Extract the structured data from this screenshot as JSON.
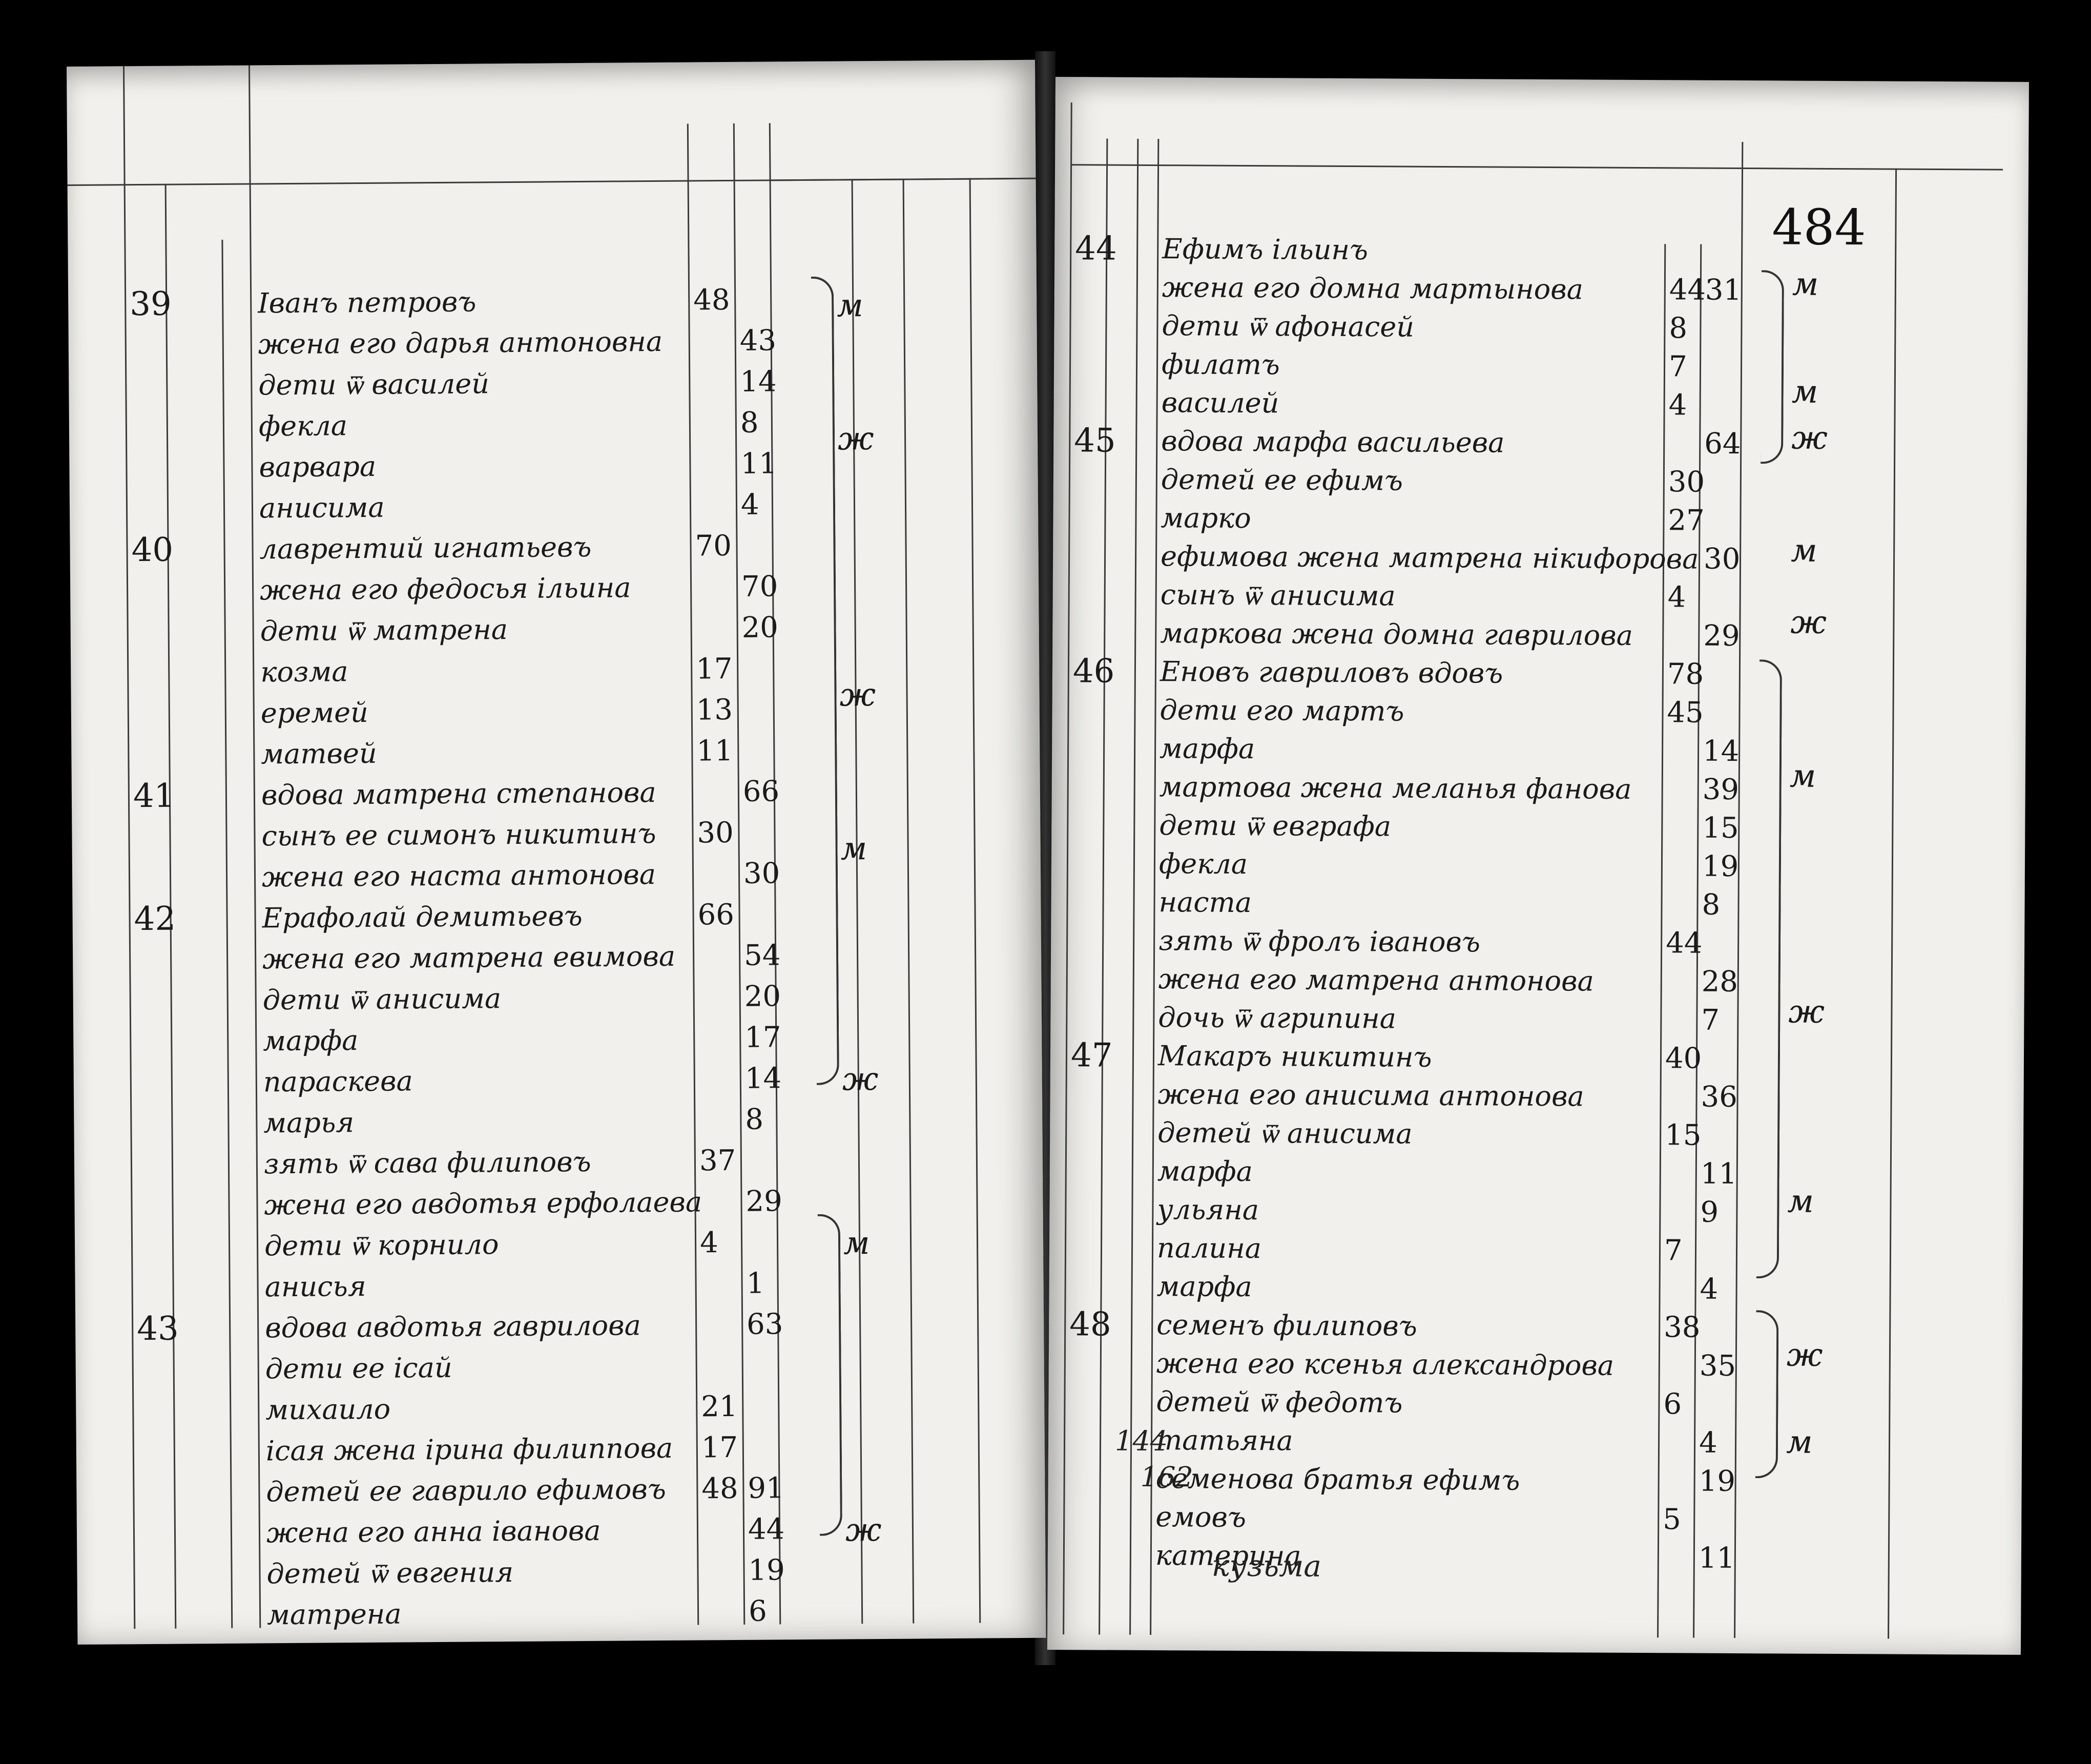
{
  "page_number": "484",
  "left_page": {
    "rows": [
      {
        "hh": "39",
        "name": "Іванъ петровъ",
        "age1": "48",
        "age2": ""
      },
      {
        "hh": "",
        "name": "жена его дарья антоновна",
        "age1": "",
        "age2": "43"
      },
      {
        "hh": "",
        "name": "дети ѿ василей",
        "age1": "",
        "age2": "14"
      },
      {
        "hh": "",
        "name": "фекла",
        "age1": "",
        "age2": "8"
      },
      {
        "hh": "",
        "name": "варвара",
        "age1": "",
        "age2": "11"
      },
      {
        "hh": "",
        "name": "анисима",
        "age1": "",
        "age2": "4"
      },
      {
        "hh": "40",
        "name": "лаврентий игнатьевъ",
        "age1": "70",
        "age2": ""
      },
      {
        "hh": "",
        "name": "жена его федосья ільина",
        "age1": "",
        "age2": "70"
      },
      {
        "hh": "",
        "name": "дети ѿ матрена",
        "age1": "",
        "age2": "20"
      },
      {
        "hh": "",
        "name": "козма",
        "age1": "17",
        "age2": ""
      },
      {
        "hh": "",
        "name": "еремей",
        "age1": "13",
        "age2": ""
      },
      {
        "hh": "",
        "name": "матвей",
        "age1": "11",
        "age2": ""
      },
      {
        "hh": "41",
        "name": "вдова матрена степанова",
        "age1": "",
        "age2": "66"
      },
      {
        "hh": "",
        "name": "сынъ ее симонъ никитинъ",
        "age1": "30",
        "age2": ""
      },
      {
        "hh": "",
        "name": "жена его наста антонова",
        "age1": "",
        "age2": "30"
      },
      {
        "hh": "42",
        "name": "Ерафолай демитьевъ",
        "age1": "66",
        "age2": ""
      },
      {
        "hh": "",
        "name": "жена его матрена евимова",
        "age1": "",
        "age2": "54"
      },
      {
        "hh": "",
        "name": "дети ѿ анисима",
        "age1": "",
        "age2": "20"
      },
      {
        "hh": "",
        "name": "марфа",
        "age1": "",
        "age2": "17"
      },
      {
        "hh": "",
        "name": "параскева",
        "age1": "",
        "age2": "14"
      },
      {
        "hh": "",
        "name": "марья",
        "age1": "",
        "age2": "8"
      },
      {
        "hh": "",
        "name": "зять ѿ сава филиповъ",
        "age1": "37",
        "age2": ""
      },
      {
        "hh": "",
        "name": "жена его авдотья ерфолаева",
        "age1": "",
        "age2": "29"
      },
      {
        "hh": "",
        "name": "дети ѿ корнило",
        "age1": "4",
        "age2": ""
      },
      {
        "hh": "",
        "name": "анисья",
        "age1": "",
        "age2": "1"
      },
      {
        "hh": "43",
        "name": "вдова авдотья гаврилова",
        "age1": "",
        "age2": "63"
      },
      {
        "hh": "",
        "name": "дети ее ісай",
        "age1": "",
        "age2": ""
      },
      {
        "hh": "",
        "name": "михаило",
        "age1": "21",
        "age2": ""
      },
      {
        "hh": "",
        "name": "ісая жена ірина филиппова",
        "age1": "17",
        "age2": ""
      },
      {
        "hh": "",
        "name": "детей ее гаврило ефимовъ",
        "age1": "48",
        "age2": "91"
      },
      {
        "hh": "",
        "name": "жена его анна іванова",
        "age1": "",
        "age2": "44"
      },
      {
        "hh": "",
        "name": "детей ѿ евгения",
        "age1": "",
        "age2": "19"
      },
      {
        "hh": "",
        "name": "матрена",
        "age1": "",
        "age2": "6"
      }
    ],
    "sex_marks": [
      "м",
      "ж",
      "ж",
      "м",
      "ж",
      "м",
      "ж"
    ]
  },
  "right_page": {
    "rows": [
      {
        "hh": "44",
        "name": "Ефимъ ільинъ",
        "age1": "",
        "age2": ""
      },
      {
        "hh": "",
        "name": "жена его домна мартынова",
        "age1": "44",
        "age2": "31"
      },
      {
        "hh": "",
        "name": "дети ѿ афонасей",
        "age1": "8",
        "age2": ""
      },
      {
        "hh": "",
        "name": "филатъ",
        "age1": "7",
        "age2": ""
      },
      {
        "hh": "",
        "name": "василей",
        "age1": "4",
        "age2": ""
      },
      {
        "hh": "45",
        "name": "вдова марфа васильева",
        "age1": "",
        "age2": "64"
      },
      {
        "hh": "",
        "name": "детей ее ефимъ",
        "age1": "30",
        "age2": ""
      },
      {
        "hh": "",
        "name": "марко",
        "age1": "27",
        "age2": ""
      },
      {
        "hh": "",
        "name": "ефимова жена матрена нікифорова",
        "age1": "",
        "age2": "30"
      },
      {
        "hh": "",
        "name": "сынъ ѿ анисима",
        "age1": "4",
        "age2": ""
      },
      {
        "hh": "",
        "name": "маркова жена домна гаврилова",
        "age1": "",
        "age2": "29"
      },
      {
        "hh": "46",
        "name": "Еновъ гавриловъ вдовъ",
        "age1": "78",
        "age2": ""
      },
      {
        "hh": "",
        "name": "дети его мартъ",
        "age1": "45",
        "age2": ""
      },
      {
        "hh": "",
        "name": "марфа",
        "age1": "",
        "age2": "14"
      },
      {
        "hh": "",
        "name": "мартова жена меланья фанова",
        "age1": "",
        "age2": "39"
      },
      {
        "hh": "",
        "name": "дети ѿ евграфа",
        "age1": "",
        "age2": "15"
      },
      {
        "hh": "",
        "name": "фекла",
        "age1": "",
        "age2": "19"
      },
      {
        "hh": "",
        "name": "наста",
        "age1": "",
        "age2": "8"
      },
      {
        "hh": "",
        "name": "зять ѿ фролъ івановъ",
        "age1": "44",
        "age2": ""
      },
      {
        "hh": "",
        "name": "жена его матрена антонова",
        "age1": "",
        "age2": "28"
      },
      {
        "hh": "",
        "name": "дочь ѿ агрипина",
        "age1": "",
        "age2": "7"
      },
      {
        "hh": "47",
        "name": "Макаръ никитинъ",
        "age1": "40",
        "age2": ""
      },
      {
        "hh": "",
        "name": "жена его анисима антонова",
        "age1": "",
        "age2": "36"
      },
      {
        "hh": "",
        "name": "детей ѿ анисима",
        "age1": "15",
        "age2": ""
      },
      {
        "hh": "",
        "name": "марфа",
        "age1": "",
        "age2": "11"
      },
      {
        "hh": "",
        "name": "ульяна",
        "age1": "",
        "age2": "9"
      },
      {
        "hh": "",
        "name": "палина",
        "age1": "7",
        "age2": ""
      },
      {
        "hh": "",
        "name": "марфа",
        "age1": "",
        "age2": "4"
      },
      {
        "hh": "48",
        "name": "семенъ филиповъ",
        "age1": "38",
        "age2": ""
      },
      {
        "hh": "",
        "name": "жена его ксенья александрова",
        "age1": "",
        "age2": "35"
      },
      {
        "hh": "",
        "name": "детей ѿ федотъ",
        "age1": "6",
        "age2": ""
      },
      {
        "hh": "",
        "name": "татьяна",
        "age1": "",
        "age2": "4"
      },
      {
        "hh": "",
        "name": "семенова братья ефимъ",
        "age1": "",
        "age2": "19"
      },
      {
        "hh": "",
        "name": "емовъ",
        "age1": "5",
        "age2": ""
      },
      {
        "hh": "",
        "name": "катерина",
        "age1": "",
        "age2": "11"
      }
    ],
    "sex_marks": [
      "м",
      "м",
      "ж",
      "м",
      "ж",
      "м",
      "ж",
      "м",
      "ж",
      "м"
    ],
    "totals": {
      "male": "144",
      "female": "162"
    },
    "footer_note": "кузьма"
  }
}
